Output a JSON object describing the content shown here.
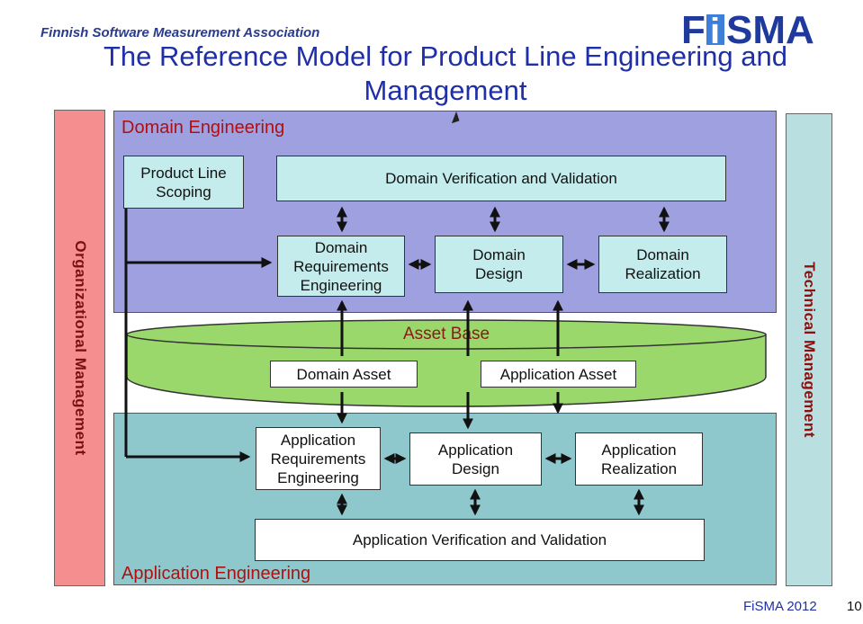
{
  "header": {
    "org_name": "Finnish Software Measurement Association",
    "logo_text_left": "F",
    "logo_text_i": "i",
    "logo_text_right": "SMA",
    "title": "The Reference Model for Product Line Engineering and Management"
  },
  "side": {
    "left_label": "Organizational Management",
    "right_label": "Technical Management"
  },
  "domain": {
    "label": "Domain Engineering",
    "scoping": "Product Line Scoping",
    "verification": "Domain Verification and Validation",
    "requirements": "Domain Requirements Engineering",
    "design": "Domain Design",
    "realization": "Domain Realization"
  },
  "asset_base": {
    "label": "Asset Base",
    "domain_asset": "Domain Asset",
    "application_asset": "Application Asset"
  },
  "application": {
    "label": "Application Engineering",
    "requirements": "Application Requirements Engineering",
    "design": "Application Design",
    "realization": "Application Realization",
    "verification": "Application Verification and Validation"
  },
  "footer": {
    "source": "FiSMA 2012",
    "page_number": "10"
  },
  "colors": {
    "title_blue": "#1f2fa8",
    "domain_fill": "#9fa0e0",
    "application_fill": "#8ec8cc",
    "box_fill": "#c4ecec",
    "asset_green": "#9bd86c",
    "org_fill": "#f58f8f",
    "tech_fill": "#b9dfe0",
    "label_red": "#b01010"
  }
}
